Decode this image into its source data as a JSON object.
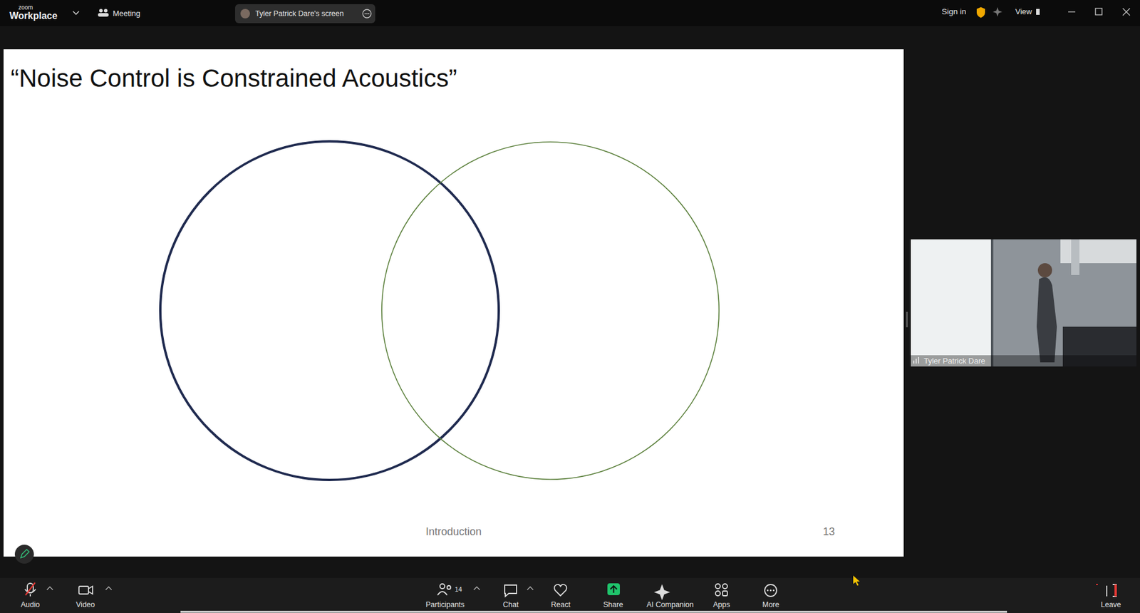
{
  "diagram": {
    "title": "“Noise Control is Constrained Acoustics”",
    "labels": [
      "zoom",
      "Workplace",
      "Meeting",
      "Tyler Patrick Dare's screen",
      "Sign in",
      "View",
      "Introduction",
      "13",
      "Tyler Patrick Dare",
      "Audio",
      "Video",
      "14",
      "Participants",
      "Chat",
      "React",
      "Share",
      "AI Companion",
      "Apps",
      "More",
      "Leave"
    ]
  }
}
